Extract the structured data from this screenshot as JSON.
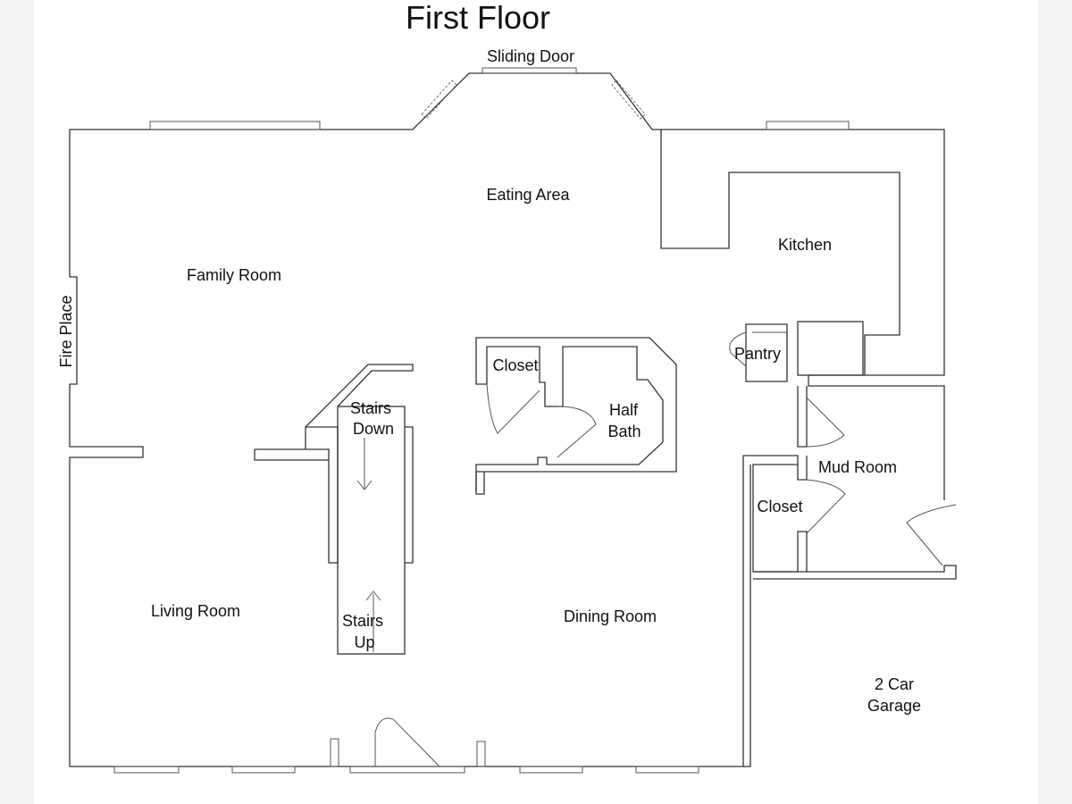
{
  "title": "First Floor",
  "labels": {
    "sliding_door": "Sliding Door",
    "eating_area": "Eating Area",
    "kitchen": "Kitchen",
    "family_room": "Family Room",
    "fire_place": "Fire Place",
    "closet_1": "Closet",
    "half_bath_1": "Half",
    "half_bath_2": "Bath",
    "pantry": "Pantry",
    "stairs_down_1": "Stairs",
    "stairs_down_2": "Down",
    "mud_room": "Mud Room",
    "closet_2": "Closet",
    "living_room": "Living Room",
    "stairs_up_1": "Stairs",
    "stairs_up_2": "Up",
    "dining_room": "Dining Room",
    "garage_1": "2 Car",
    "garage_2": "Garage"
  }
}
